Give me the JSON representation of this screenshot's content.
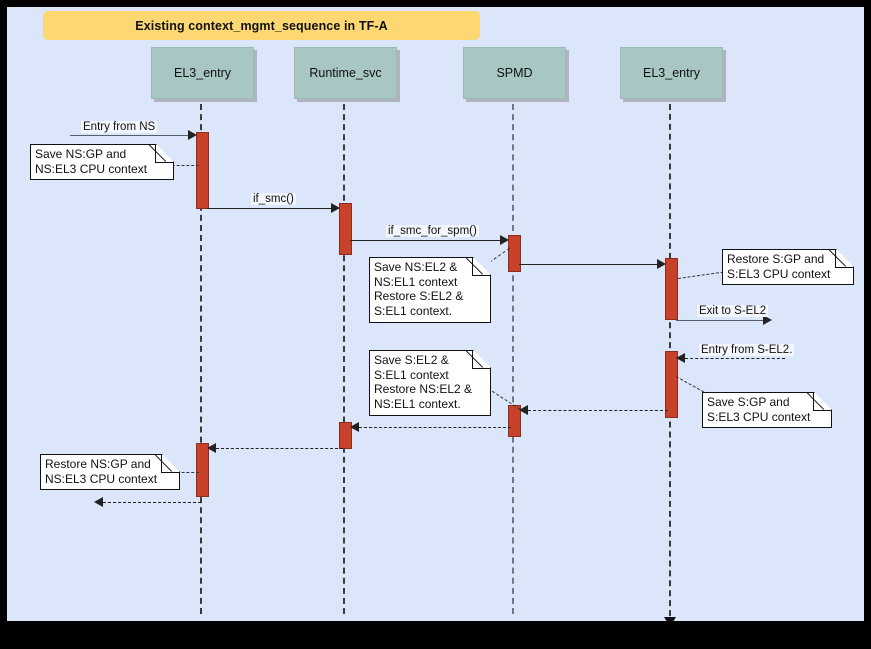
{
  "diagram": {
    "title": "Existing context_mgmt_sequence in TF-A",
    "title_bg": "#fcd772",
    "canvas_bg": "#dce6fa",
    "actor_bg": "#a8c6c4",
    "activation_color": "#c8412a",
    "frame_color": "#000000"
  },
  "actors": [
    {
      "id": "el3_entry_ns",
      "label": "EL3_entry"
    },
    {
      "id": "runtime_svc",
      "label": "Runtime_svc"
    },
    {
      "id": "spmd",
      "label": "SPMD"
    },
    {
      "id": "el3_entry_s",
      "label": "EL3_entry"
    }
  ],
  "messages": [
    {
      "id": "m1",
      "label": "Entry from NS",
      "style": "solid",
      "direction": "right"
    },
    {
      "id": "m2",
      "label": "if_smc()",
      "style": "solid",
      "direction": "right"
    },
    {
      "id": "m3",
      "label": "if_smc_for_spm()",
      "style": "solid",
      "direction": "right"
    },
    {
      "id": "m4",
      "label": "",
      "style": "solid",
      "direction": "right"
    },
    {
      "id": "m5",
      "label": "Exit to S-EL2",
      "style": "solid",
      "direction": "right"
    },
    {
      "id": "m6",
      "label": "Entry from S-EL2.",
      "style": "dashed",
      "direction": "left"
    },
    {
      "id": "m7",
      "label": "",
      "style": "dashed",
      "direction": "left"
    },
    {
      "id": "m8",
      "label": "",
      "style": "dashed",
      "direction": "left"
    },
    {
      "id": "m9",
      "label": "",
      "style": "dashed",
      "direction": "left"
    }
  ],
  "notes": [
    {
      "id": "n1",
      "lines": [
        "Save NS:GP and",
        "NS:EL3 CPU context"
      ]
    },
    {
      "id": "n2",
      "lines": [
        "Save NS:EL2 &",
        "NS:EL1 context",
        "Restore S:EL2 &",
        "S:EL1 context."
      ]
    },
    {
      "id": "n3",
      "lines": [
        "Restore S:GP and",
        "S:EL3 CPU context"
      ]
    },
    {
      "id": "n4",
      "lines": [
        "Save S:EL2 &",
        "S:EL1 context",
        "Restore NS:EL2 &",
        "NS:EL1 context."
      ]
    },
    {
      "id": "n5",
      "lines": [
        "Save S:GP and",
        "S:EL3 CPU context"
      ]
    },
    {
      "id": "n6",
      "lines": [
        "Restore NS:GP and",
        "NS:EL3 CPU context"
      ]
    }
  ]
}
